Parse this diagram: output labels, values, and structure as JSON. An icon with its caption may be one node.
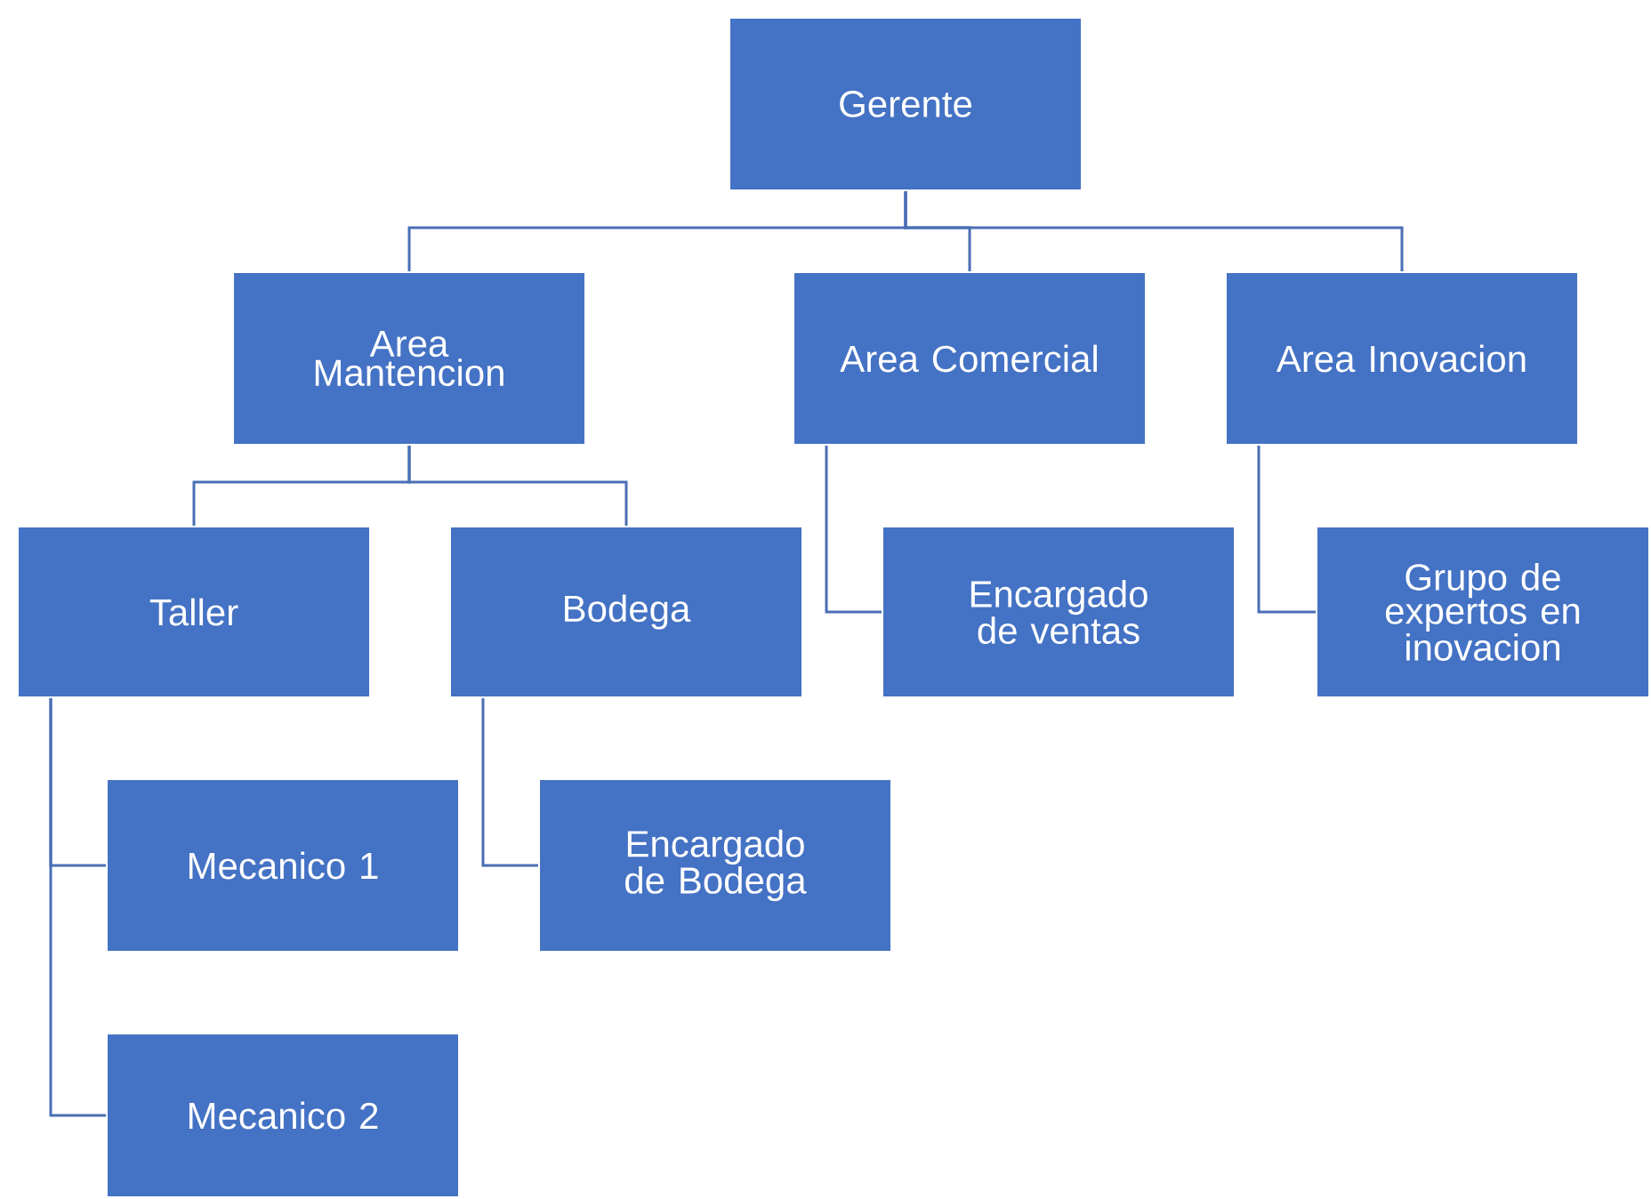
{
  "diagram": {
    "nodes": [
      {
        "text": [
          "Gerente"
        ]
      },
      {
        "text": [
          "Area Mantencion"
        ]
      },
      {
        "text": [
          "Area Comercial"
        ]
      },
      {
        "text": [
          "Area Inovacion"
        ]
      },
      {
        "text": [
          "Taller"
        ]
      },
      {
        "text": [
          "Bodega"
        ]
      },
      {
        "text": [
          "Encargado de ventas"
        ]
      },
      {
        "text": [
          "Grupo de expertos en inovacion"
        ]
      },
      {
        "text": [
          "Mecanico 1"
        ]
      },
      {
        "text": [
          "Encargado de Bodega"
        ]
      },
      {
        "text": [
          "Mecanico 2"
        ]
      }
    ],
    "edges": [
      {
        "from": 0,
        "to": 1,
        "arrow": "none"
      },
      {
        "from": 0,
        "to": 2,
        "arrow": "none"
      },
      {
        "from": 0,
        "to": 3,
        "arrow": "none"
      },
      {
        "from": 1,
        "to": 4,
        "arrow": "none"
      },
      {
        "from": 1,
        "to": 5,
        "arrow": "none"
      },
      {
        "from": 2,
        "to": 6,
        "arrow": "none"
      },
      {
        "from": 3,
        "to": 7,
        "arrow": "none"
      },
      {
        "from": 4,
        "to": 8,
        "arrow": "none"
      },
      {
        "from": 4,
        "to": 10,
        "arrow": "none"
      },
      {
        "from": 5,
        "to": 9,
        "arrow": "none"
      }
    ]
  }
}
